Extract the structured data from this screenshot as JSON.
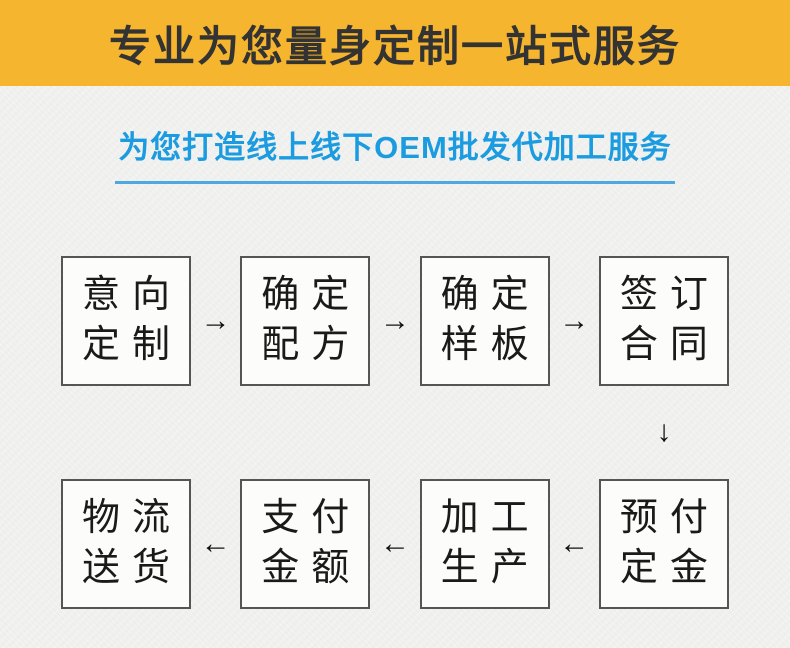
{
  "banner": {
    "title": "专业为您量身定制一站式服务"
  },
  "subtitle": {
    "text": "为您打造线上线下OEM批发代加工服务"
  },
  "flow": {
    "right_arrow": "→",
    "left_arrow": "←",
    "down_arrow": "↓",
    "row1": {
      "steps": [
        {
          "line1": "意向",
          "line2": "定制"
        },
        {
          "line1": "确定",
          "line2": "配方"
        },
        {
          "line1": "确定",
          "line2": "样板"
        },
        {
          "line1": "签订",
          "line2": "合同"
        }
      ]
    },
    "row2": {
      "steps": [
        {
          "line1": "物流",
          "line2": "送货"
        },
        {
          "line1": "支付",
          "line2": "金额"
        },
        {
          "line1": "加工",
          "line2": "生产"
        },
        {
          "line1": "预付",
          "line2": "定金"
        }
      ]
    }
  },
  "colors": {
    "banner_bg": "#F6B52E",
    "banner_text": "#333333",
    "blue": "#1B9BE0",
    "underline_blue": "#4FA8DF",
    "page_bg": "#F3F3F1",
    "box_border": "#555555",
    "box_bg": "#FCFCFA",
    "ink": "#1A1A1A"
  }
}
